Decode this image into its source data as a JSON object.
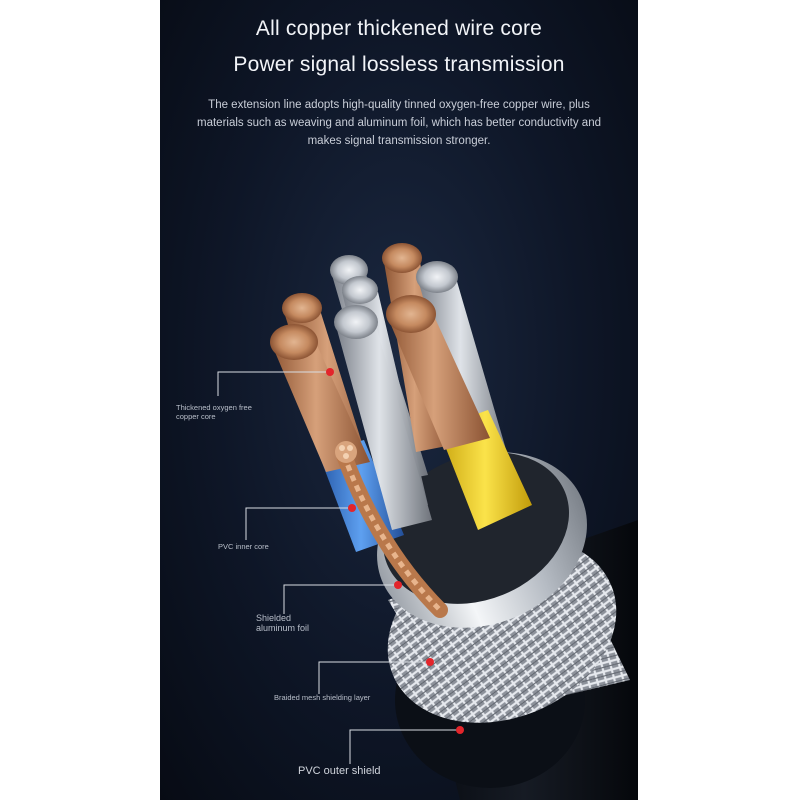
{
  "header": {
    "title": "All copper thickened wire core",
    "subtitle": "Power signal lossless transmission",
    "description": "The extension line adopts high-quality tinned oxygen-free copper wire, plus materials such as weaving and aluminum foil, which has better conductivity and makes signal transmission stronger."
  },
  "callouts": [
    {
      "label": "Thickened oxygen free copper core"
    },
    {
      "label": "PVC inner core"
    },
    {
      "label": "Shielded aluminum foil"
    },
    {
      "label": "Braided mesh shielding layer"
    },
    {
      "label": "PVC outer shield"
    }
  ],
  "colors": {
    "background": "#0e1627",
    "copper": "#c98a5c",
    "silver": "#c7ccd4",
    "yellow_insulation": "#f2d21e",
    "blue_insulation": "#3d7fd6",
    "marker": "#e3252b",
    "callout_line": "#d9dde3"
  }
}
